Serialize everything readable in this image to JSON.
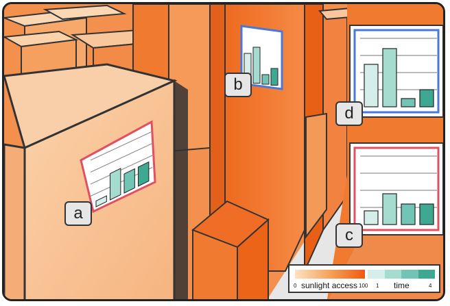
{
  "labels": {
    "a": "a",
    "b": "b",
    "c": "c",
    "d": "d"
  },
  "legend": {
    "sunlight_title": "sunlight access",
    "sunlight_min": "0",
    "sunlight_max": "100",
    "time_title": "time",
    "time_min": "1",
    "time_max": "4",
    "time_colors": [
      "#d6eee9",
      "#a6dbd0",
      "#72c5b5",
      "#3fa893"
    ]
  },
  "colors": {
    "facade_orange": "#f07a30",
    "facade_light": "#f9c79c",
    "ground": "#e8e8e8",
    "highlight_red": "#e05060",
    "highlight_blue": "#4a78d8"
  },
  "chart_data": [
    {
      "type": "bar",
      "id": "a",
      "categories": [
        "1",
        "2",
        "3",
        "4"
      ],
      "values": [
        0.12,
        0.55,
        0.4,
        0.4
      ],
      "ylim": [
        0,
        1
      ]
    },
    {
      "type": "bar",
      "id": "b",
      "categories": [
        "1",
        "2",
        "3",
        "4"
      ],
      "values": [
        0.6,
        0.75,
        0.2,
        0.35
      ],
      "ylim": [
        0,
        1
      ]
    },
    {
      "type": "bar",
      "id": "c",
      "categories": [
        "1",
        "2",
        "3",
        "4"
      ],
      "values": [
        0.2,
        0.45,
        0.3,
        0.3
      ],
      "ylim": [
        0,
        1
      ]
    },
    {
      "type": "bar",
      "id": "d",
      "categories": [
        "1",
        "2",
        "3",
        "4"
      ],
      "values": [
        0.62,
        0.85,
        0.12,
        0.25
      ],
      "ylim": [
        0,
        1
      ]
    }
  ]
}
